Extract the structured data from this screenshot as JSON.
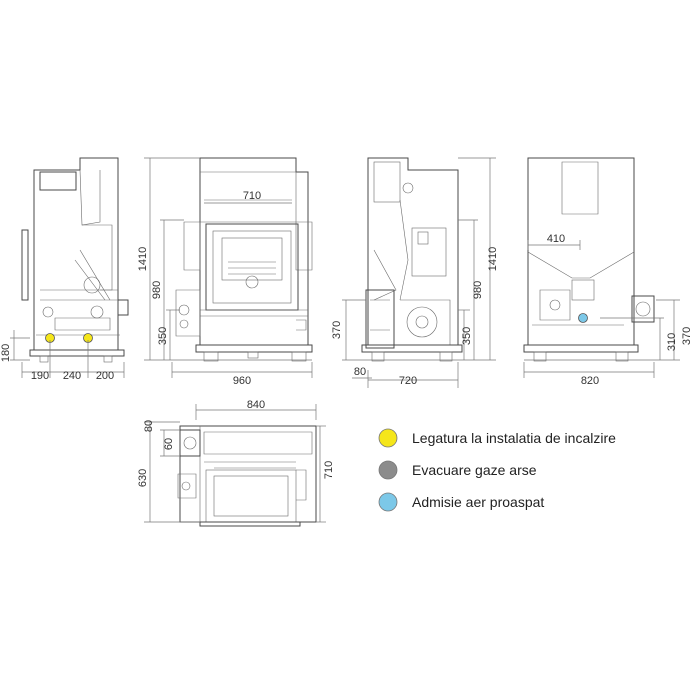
{
  "colors": {
    "heating_connection": "#f5e61a",
    "exhaust": "#8c8c8c",
    "fresh_air": "#7cc8e8",
    "line": "#4a4a4a"
  },
  "views": {
    "side_left": {
      "height": "180",
      "widths": [
        "190",
        "240",
        "200"
      ]
    },
    "front": {
      "top_width": "710",
      "total_height": "1410",
      "height_980": "980",
      "height_350": "350",
      "width": "960"
    },
    "side_right": {
      "height_370": "370",
      "height_980": "980",
      "total_height": "1410",
      "height_350": "350",
      "offset": "80",
      "width": "720"
    },
    "rear": {
      "top_width": "410",
      "height_310": "310",
      "height_370": "370",
      "width": "820"
    },
    "top": {
      "width": "840",
      "depth_80": "80",
      "depth_60": "60",
      "depth_630": "630",
      "depth_710": "710"
    }
  },
  "legend": [
    {
      "label": "Legatura la instalatia de incalzire",
      "icon": "yellow-circle"
    },
    {
      "label": "Evacuare gaze arse",
      "icon": "grey-circle"
    },
    {
      "label": "Admisie aer proaspat",
      "icon": "blue-circle"
    }
  ]
}
